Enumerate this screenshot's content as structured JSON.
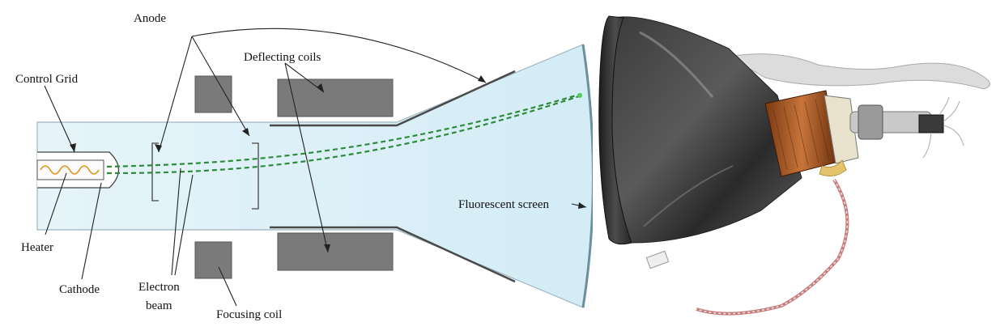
{
  "diagram": {
    "labels": {
      "anode": "Anode",
      "deflecting_coils": "Deflecting coils",
      "control_grid": "Control Grid",
      "fluorescent_screen": "Fluorescent screen",
      "heater": "Heater",
      "cathode": "Cathode",
      "electron": "Electron",
      "beam": "beam",
      "focusing_coil": "Focusing coil"
    },
    "colors": {
      "tube_fill": "#e3f3fa",
      "tube_edge": "#9fb4bf",
      "coil_fill": "#7a7a7a",
      "beam": "#2e8b3a",
      "heater_coil": "#e0a030"
    }
  },
  "photo": {
    "subject": "crt-tube-photo"
  }
}
